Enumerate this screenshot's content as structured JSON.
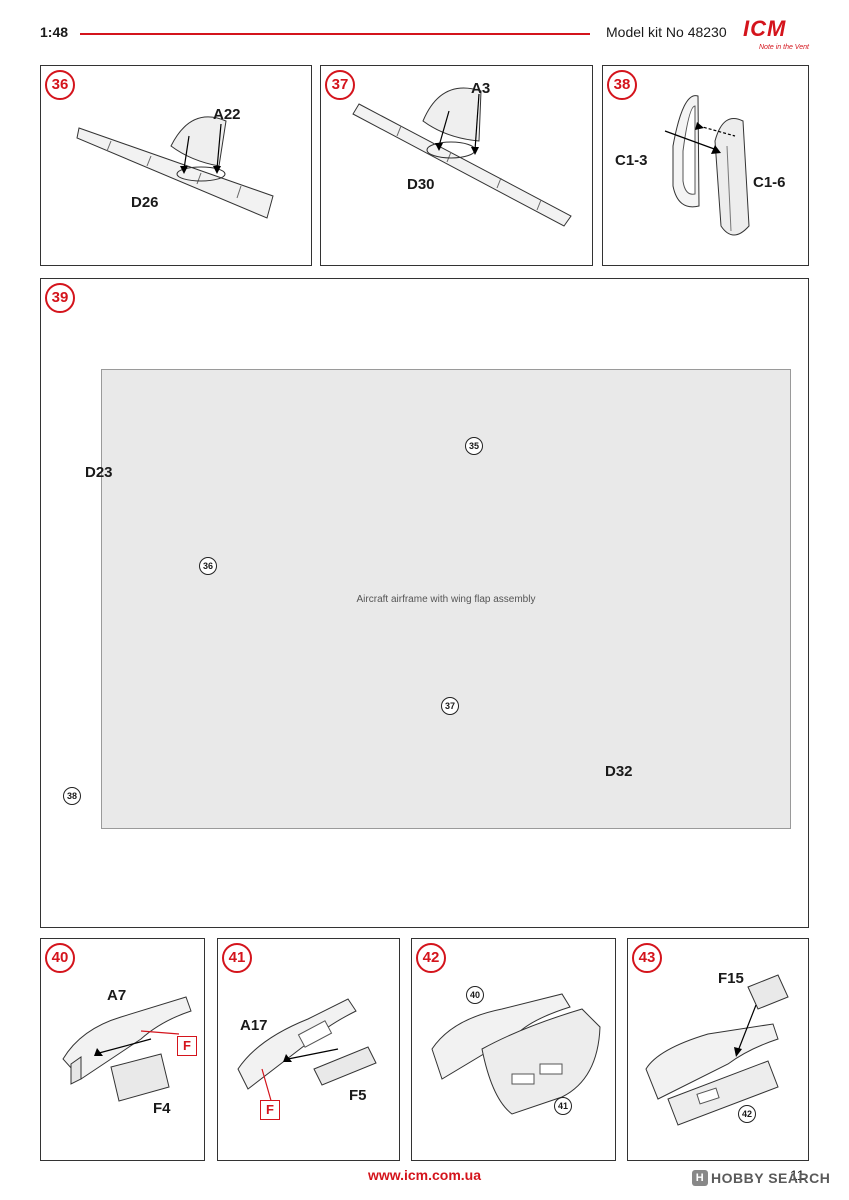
{
  "header": {
    "scale": "1:48",
    "model_kit": "Model kit No 48230",
    "logo_text": "ICM",
    "logo_tagline": "Note in the Vent"
  },
  "colors": {
    "accent": "#d4141c",
    "line": "#333333",
    "part_fill": "#e9e9e9"
  },
  "steps": [
    {
      "number": "36",
      "parts": [
        "A22",
        "D26"
      ]
    },
    {
      "number": "37",
      "parts": [
        "A3",
        "D30"
      ]
    },
    {
      "number": "38",
      "parts": [
        "C1-3",
        "C1-6"
      ]
    },
    {
      "number": "39",
      "parts": [
        "D23",
        "D32"
      ],
      "references": [
        "35",
        "36",
        "37",
        "38"
      ],
      "art_label": "Aircraft airframe with wing flap assembly"
    },
    {
      "number": "40",
      "parts": [
        "A7",
        "F4"
      ],
      "marker": "F"
    },
    {
      "number": "41",
      "parts": [
        "A17",
        "F5"
      ],
      "marker": "F"
    },
    {
      "number": "42",
      "references": [
        "40",
        "41"
      ]
    },
    {
      "number": "43",
      "parts": [
        "F15"
      ],
      "references": [
        "42"
      ]
    }
  ],
  "footer": {
    "url": "www.icm.com.ua",
    "page_number": "11",
    "watermark": "HOBBY SEARCH",
    "watermark_badge": "H"
  }
}
